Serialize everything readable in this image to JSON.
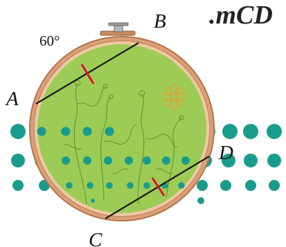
{
  "header_fragment": ".mCD",
  "angle_label": "60°",
  "points": {
    "A": "A",
    "B": "B",
    "C": "C",
    "D": "D"
  },
  "colors": {
    "fabric": "#9ccc55",
    "hoop": "#c88a5e",
    "hoop_inner": "#e7b88f",
    "chord": "#1a1a1a",
    "tick": "#e0102f",
    "dots": "#1a9c8c",
    "embroidery": "#4e7a2a",
    "flower": "#d9a63b"
  },
  "icons": {
    "hoop_clamp": "hoop-screw-clamp-icon",
    "flower": "flower-icon"
  }
}
